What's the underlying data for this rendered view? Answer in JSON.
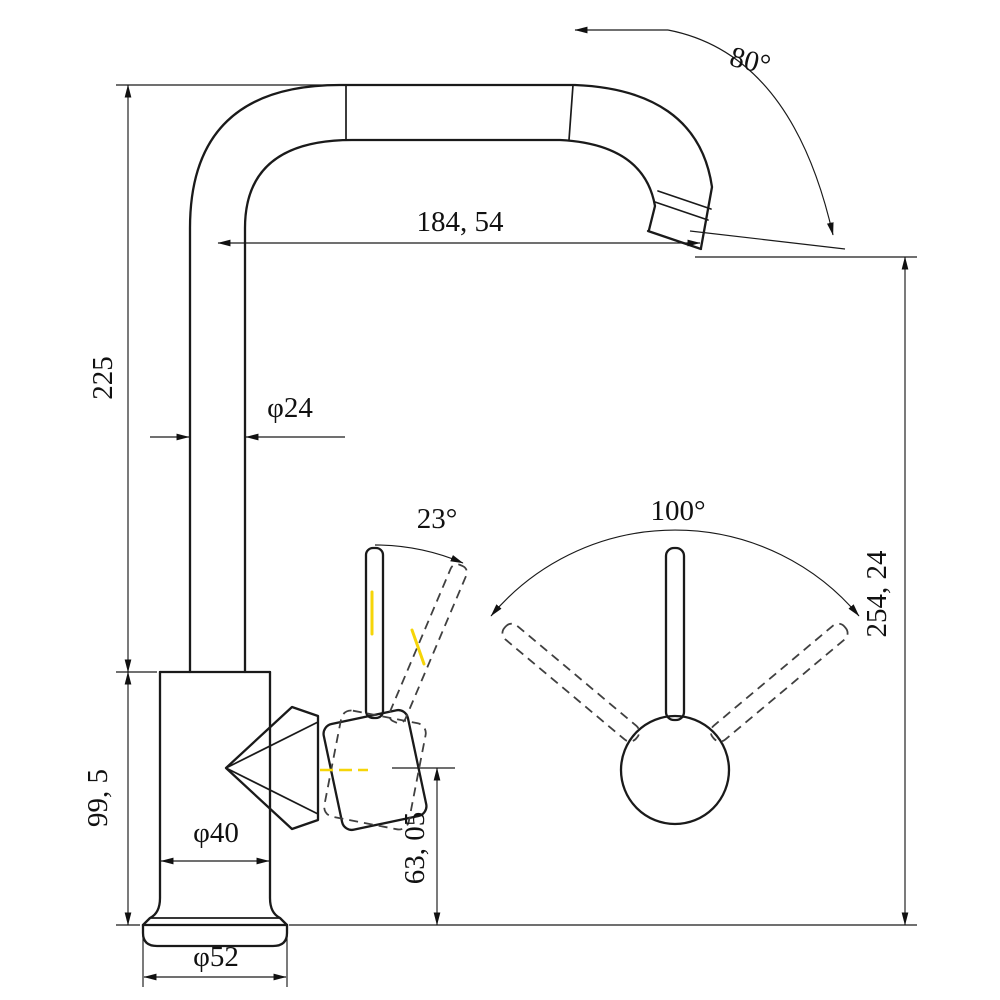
{
  "drawing": {
    "kind": "technical dimension drawing",
    "subject": "single-lever faucet, side view with handle detail and front handle-swing view",
    "colors": {
      "background": "#ffffff",
      "line": "#1a1a1a",
      "dashed_alt_position": "#404040",
      "highlight": "#f6d508"
    },
    "labels": {
      "spout_angle": "80°",
      "spout_reach": "184, 54",
      "spout_height": "225",
      "pipe_diameter": "φ24",
      "handle_tilt_angle": "23°",
      "handle_swing_angle": "100°",
      "overall_height": "254, 24",
      "body_height": "99, 5",
      "handle_center_height": "63, 05",
      "body_diameter": "φ40",
      "base_diameter": "φ52"
    }
  }
}
